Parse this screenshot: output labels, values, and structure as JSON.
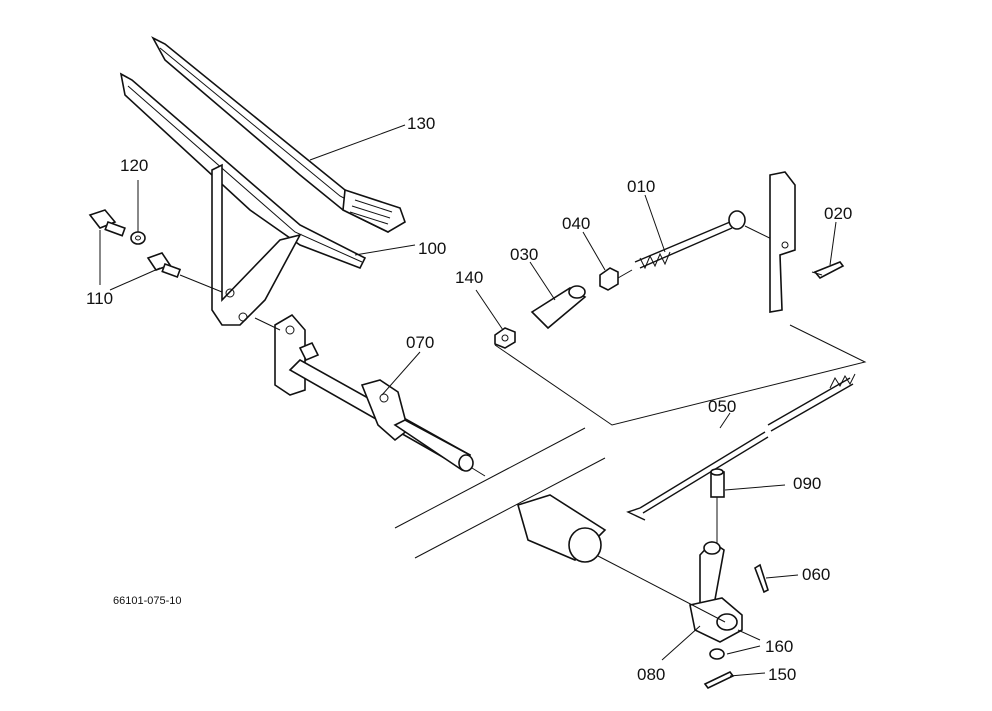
{
  "diagram": {
    "reference_code": "66101-075-10",
    "callouts": [
      {
        "id": "130",
        "text": "130"
      },
      {
        "id": "120",
        "text": "120"
      },
      {
        "id": "110",
        "text": "110"
      },
      {
        "id": "100",
        "text": "100"
      },
      {
        "id": "070",
        "text": "070"
      },
      {
        "id": "140",
        "text": "140"
      },
      {
        "id": "030",
        "text": "030"
      },
      {
        "id": "040",
        "text": "040"
      },
      {
        "id": "010",
        "text": "010"
      },
      {
        "id": "020",
        "text": "020"
      },
      {
        "id": "050",
        "text": "050"
      },
      {
        "id": "090",
        "text": "090"
      },
      {
        "id": "060",
        "text": "060"
      },
      {
        "id": "160",
        "text": "160"
      },
      {
        "id": "080",
        "text": "080"
      },
      {
        "id": "150",
        "text": "150"
      }
    ]
  }
}
